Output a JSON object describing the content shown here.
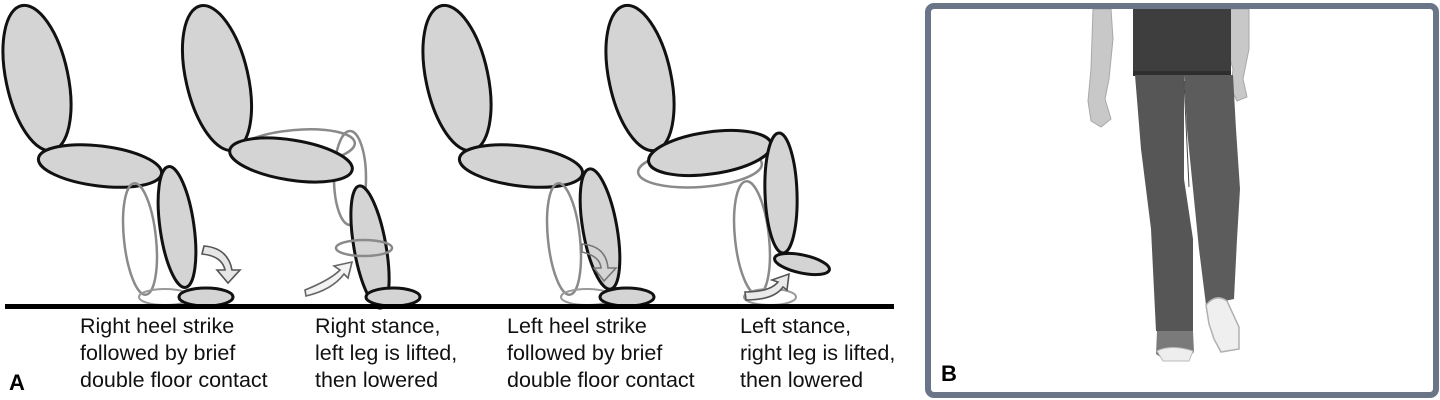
{
  "panel_a": {
    "label": "A",
    "stages": [
      {
        "id": "right-heel-strike",
        "lines": [
          "Right heel strike",
          "followed by brief",
          "double floor contact"
        ]
      },
      {
        "id": "right-stance",
        "lines": [
          "Right stance,",
          "left leg is lifted,",
          "then lowered"
        ]
      },
      {
        "id": "left-heel-strike",
        "lines": [
          "Left heel strike",
          "followed by brief",
          "double floor contact"
        ]
      },
      {
        "id": "left-stance",
        "lines": [
          "Left stance,",
          "right leg is lifted,",
          "then lowered"
        ]
      }
    ]
  },
  "panel_b": {
    "label": "B",
    "illustration": "person-walking-rear-view"
  },
  "colors": {
    "segment_fill": "#d4d4d4",
    "segment_stroke": "#111111",
    "ghost_stroke": "#888888",
    "floor": "#000000",
    "panel_b_border": "#6b7588",
    "trousers": "#555555",
    "shirt": "#3e3e3e",
    "skin": "#c8c8c8"
  }
}
